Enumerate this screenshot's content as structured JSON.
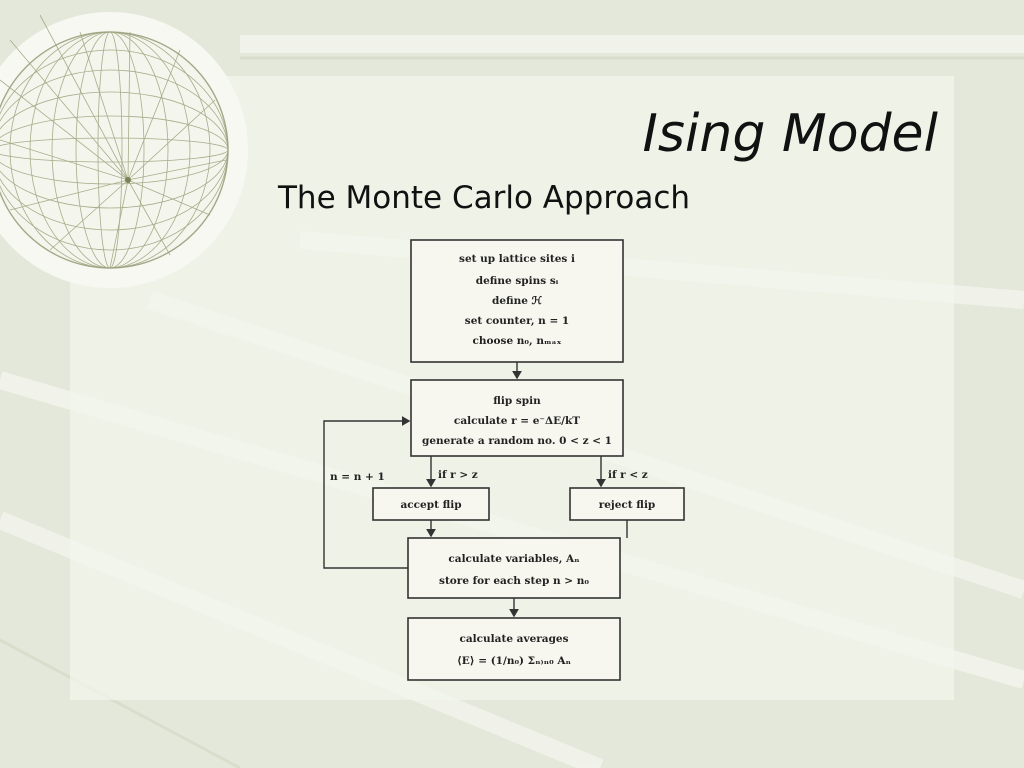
{
  "slide": {
    "title": "Ising Model",
    "subtitle": "The Monte Carlo Approach"
  },
  "flowchart": {
    "init_lines": [
      "set up lattice sites i",
      "define spins sᵢ",
      "define ℋ",
      "set counter, n = 1",
      "choose n₀, nₘₐₓ"
    ],
    "flip_lines": [
      "flip spin",
      "calculate r = e⁻ΔE/kT",
      "generate a random no. 0 < z < 1"
    ],
    "branch_accept": "if r > z",
    "branch_reject": "if r < z",
    "accept_label": "accept flip",
    "reject_label": "reject flip",
    "loop_label": "n = n + 1",
    "calc_lines": [
      "calculate variables, Aₙ",
      "store for each step n > n₀"
    ],
    "avg_lines": [
      "calculate averages",
      "⟨E⟩ = (1/n₀) Σₙ₎ₙ₀ Aₙ"
    ]
  },
  "colors": {
    "background": "#e4e8da",
    "panel": "#f3f5ec",
    "globe_lines": "#9aa07a",
    "text": "#111111"
  }
}
